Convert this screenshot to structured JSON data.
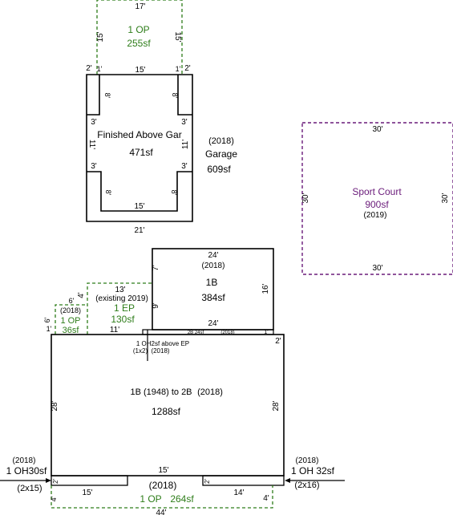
{
  "colors": {
    "structure": "#000000",
    "porch": "#2e7d1a",
    "court": "#6a1b7a",
    "background": "#ffffff"
  },
  "top_porch": {
    "label": "1 OP",
    "area": "255sf",
    "dim_top": "17'",
    "dim_left": "15'",
    "dim_right": "15'"
  },
  "garage_block": {
    "title": "Finished Above Gar",
    "area": "471sf",
    "year": "(2018)",
    "garage_label": "Garage",
    "garage_area": "609sf",
    "dim_top_left": "2'",
    "dim_1_left": "1'",
    "dim_top": "15'",
    "dim_1_right": "1'",
    "dim_top_right": "2'",
    "dim_8_ul": "8'",
    "dim_8_ur": "8'",
    "dim_3_ul": "3'",
    "dim_3_ur": "3'",
    "dim_11_left": "11'",
    "dim_11_right": "11'",
    "dim_3_ll": "3'",
    "dim_3_lr": "3'",
    "dim_8_ll": "8'",
    "dim_8_lr": "8'",
    "dim_inner_bottom": "15'",
    "dim_bottom": "21'"
  },
  "sport_court": {
    "label": "Sport Court",
    "area": "900sf",
    "year": "(2019)",
    "dim_top": "30'",
    "dim_bottom": "30'",
    "dim_left": "30'",
    "dim_right": "30'"
  },
  "addition_1b": {
    "label": "1B",
    "year": "(2018)",
    "area": "384sf",
    "dim_top": "24'",
    "dim_bottom": "24'",
    "dim_left": "7'",
    "dim_right": "16'"
  },
  "strip": {
    "left_label": "2B 24sf",
    "right_label": "(2018)",
    "dim_right": "1'"
  },
  "enclosed_porch": {
    "label": "1 EP",
    "note": "(existing 2019)",
    "area": "130sf",
    "dim_top": "13'",
    "dim_left": "4'",
    "dim_right": "9'",
    "dim_bottom": "11'"
  },
  "small_porch": {
    "year": "(2018)",
    "label": "1 OP",
    "area": "36sf",
    "dim_top": "6'",
    "dim_left": "6'",
    "dim_bottom_left": "1'"
  },
  "overhang_ep": {
    "line1": "1 OH2sf above EP",
    "line2": "(1x2)",
    "line3": "(2018)"
  },
  "main": {
    "label": "1B (1948) to 2B",
    "year": "(2018)",
    "area": "1288sf",
    "dim_left": "28'",
    "dim_right": "28'",
    "dim_top_right": "2'"
  },
  "oh_left": {
    "year": "(2018)",
    "label": "1 OH30sf",
    "size": "(2x15)"
  },
  "oh_right": {
    "year": "(2018)",
    "label": "1 OH 32sf",
    "size": "(2x16)"
  },
  "bottom": {
    "dim_15_upper": "15'",
    "dim_2_left": "2'",
    "dim_15_lower": "15'",
    "dim_2_right": "2'",
    "dim_14": "14'",
    "year": "(2018)",
    "porch_label": "1 OP",
    "porch_area": "264sf",
    "dim_4_left": "4'",
    "dim_4_right": "4'",
    "dim_44": "44'"
  }
}
